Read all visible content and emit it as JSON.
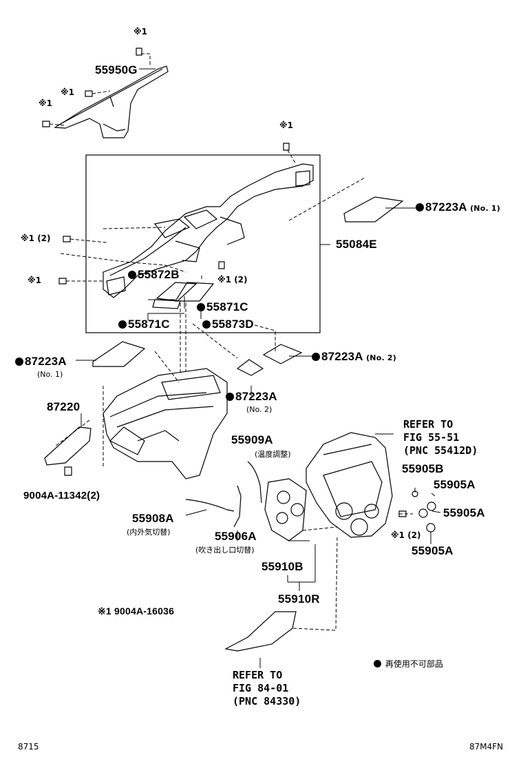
{
  "marker_symbol": "※1",
  "parts": {
    "p55950G": "55950G",
    "p55084E": "55084E",
    "p87223A_top": "87223A",
    "p87223A_top_note": "(No. 1)",
    "p55872B": "55872B",
    "p55871C_a": "55871C",
    "p55871C_b": "55871C",
    "p55873D": "55873D",
    "p87223A_left": "87223A",
    "p87223A_left_note": "(No. 1)",
    "p87223A_mid": "87223A",
    "p87223A_mid_note": "(No. 2)",
    "p87223A_low": "87223A",
    "p87223A_low_note": "(No. 2)",
    "p87220": "87220",
    "p9004A_11342": "9004A-11342(2)",
    "p55909A": "55909A",
    "p55909A_note": "(温度調整)",
    "p55908A": "55908A",
    "p55908A_note": "(内外気切替)",
    "p55906A": "55906A",
    "p55906A_note": "(吹き出し口切替)",
    "p55910B": "55910B",
    "p55910R": "55910R",
    "p55905B": "55905B",
    "p55905A_1": "55905A",
    "p55905A_2": "55905A",
    "p55905A_3": "55905A",
    "marker_note_2": "※1 (2)",
    "marker_note_mid": "※1 (2)",
    "marker_note_left": "※1 (2)"
  },
  "refer_fig_55": {
    "line1": "REFER TO",
    "line2": "FIG 55-51",
    "line3": "(PNC 55412D)"
  },
  "refer_fig_84": {
    "line1": "REFER TO",
    "line2": "FIG 84-01",
    "line3": "(PNC 84330)"
  },
  "footnote_marker": "※1 9004A-16036",
  "legend_text": "再使用不可部品",
  "page_left_code": "8715",
  "page_right_code": "87M4FN"
}
